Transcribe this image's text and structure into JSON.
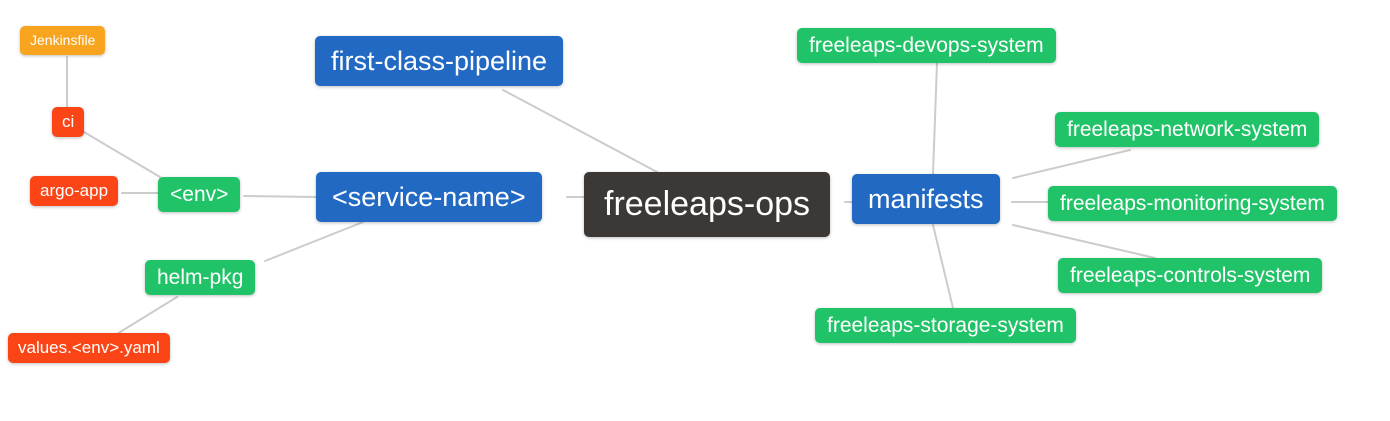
{
  "diagram": {
    "type": "mindmap",
    "edge_color": "#cccccc",
    "palette": {
      "level0": "#3c3836",
      "level1": "#2269c3",
      "level2": "#21c368",
      "level3": "#fb4516",
      "level4": "#f8a41f",
      "text": "#ffffff"
    },
    "nodes": [
      {
        "id": "jenkinsfile",
        "label": "Jenkinsfile",
        "level": 4,
        "parent": "ci"
      },
      {
        "id": "ci",
        "label": "ci",
        "level": 3,
        "parent": "env"
      },
      {
        "id": "argo-app",
        "label": "argo-app",
        "level": 3,
        "parent": "env"
      },
      {
        "id": "env",
        "label": "<env>",
        "level": 2,
        "parent": "service-name"
      },
      {
        "id": "helm-pkg",
        "label": "helm-pkg",
        "level": 2,
        "parent": "service-name"
      },
      {
        "id": "values-env-yaml",
        "label": "values.<env>.yaml",
        "level": 3,
        "parent": "helm-pkg"
      },
      {
        "id": "first-class-pipeline",
        "label": "first-class-pipeline",
        "level": 1,
        "parent": "freeleaps-ops"
      },
      {
        "id": "service-name",
        "label": "<service-name>",
        "level": 1,
        "parent": "freeleaps-ops"
      },
      {
        "id": "freeleaps-ops",
        "label": "freeleaps-ops",
        "level": 0,
        "parent": null
      },
      {
        "id": "manifests",
        "label": "manifests",
        "level": 1,
        "parent": "freeleaps-ops"
      },
      {
        "id": "freeleaps-devops-system",
        "label": "freeleaps-devops-system",
        "level": 2,
        "parent": "manifests"
      },
      {
        "id": "freeleaps-network-system",
        "label": "freeleaps-network-system",
        "level": 2,
        "parent": "manifests"
      },
      {
        "id": "freeleaps-monitoring-system",
        "label": "freeleaps-monitoring-system",
        "level": 2,
        "parent": "manifests"
      },
      {
        "id": "freeleaps-controls-system",
        "label": "freeleaps-controls-system",
        "level": 2,
        "parent": "manifests"
      },
      {
        "id": "freeleaps-storage-system",
        "label": "freeleaps-storage-system",
        "level": 2,
        "parent": "manifests"
      }
    ],
    "edges": [
      {
        "from": "jenkinsfile",
        "to": "ci"
      },
      {
        "from": "ci",
        "to": "env"
      },
      {
        "from": "argo-app",
        "to": "env"
      },
      {
        "from": "env",
        "to": "service-name"
      },
      {
        "from": "service-name",
        "to": "helm-pkg"
      },
      {
        "from": "helm-pkg",
        "to": "values-env-yaml"
      },
      {
        "from": "first-class-pipeline",
        "to": "freeleaps-ops"
      },
      {
        "from": "service-name",
        "to": "freeleaps-ops"
      },
      {
        "from": "freeleaps-ops",
        "to": "manifests"
      },
      {
        "from": "manifests",
        "to": "freeleaps-devops-system"
      },
      {
        "from": "manifests",
        "to": "freeleaps-network-system"
      },
      {
        "from": "manifests",
        "to": "freeleaps-monitoring-system"
      },
      {
        "from": "manifests",
        "to": "freeleaps-controls-system"
      },
      {
        "from": "manifests",
        "to": "freeleaps-storage-system"
      }
    ]
  }
}
